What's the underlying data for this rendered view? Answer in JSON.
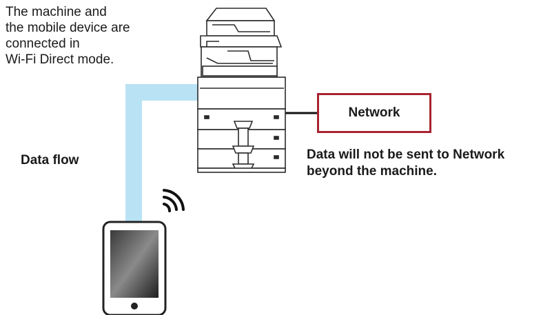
{
  "description": {
    "lines": [
      "The machine and",
      "the mobile device are",
      "connected in",
      "Wi-Fi Direct mode."
    ]
  },
  "data_flow_label": "Data flow",
  "network": {
    "label": "Network"
  },
  "note": {
    "lines": [
      "Data will not be sent to Network",
      "beyond the machine."
    ]
  },
  "colors": {
    "data_flow": "#b9e3f4",
    "network_border": "#a8232f",
    "outline": "#2a2a2a"
  },
  "icons": [
    "printer-icon",
    "tablet-icon",
    "wifi-signal-icon"
  ]
}
